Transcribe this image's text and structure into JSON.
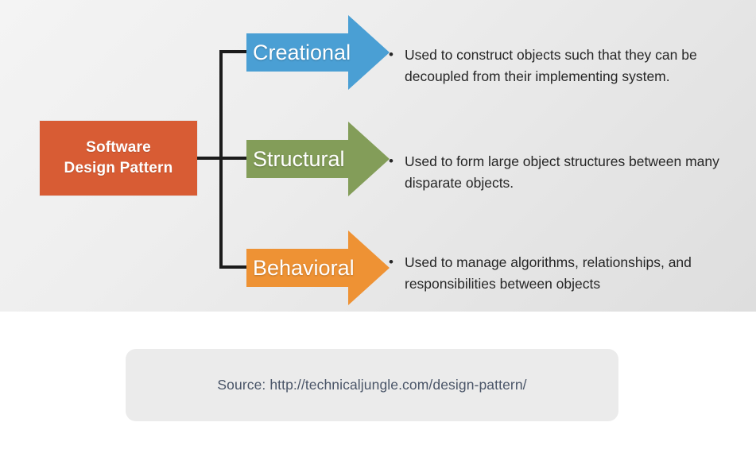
{
  "diagram": {
    "root": {
      "title_line1": "Software",
      "title_line2": "Design Pattern",
      "color": "#d85c34"
    },
    "branches": [
      {
        "label": "Creational",
        "color": "#4a9fd4",
        "bullet": "•",
        "description": "Used to construct objects such that they can be decoupled from their implementing system."
      },
      {
        "label": "Structural",
        "color": "#839d59",
        "bullet": "•",
        "description": "Used to form large object structures between many disparate objects."
      },
      {
        "label": "Behavioral",
        "color": "#ee9234",
        "bullet": "•",
        "description": "Used to manage algorithms, relationships, and responsibilities between objects"
      }
    ]
  },
  "source": {
    "text": "Source: http://technicaljungle.com/design-pattern/"
  }
}
